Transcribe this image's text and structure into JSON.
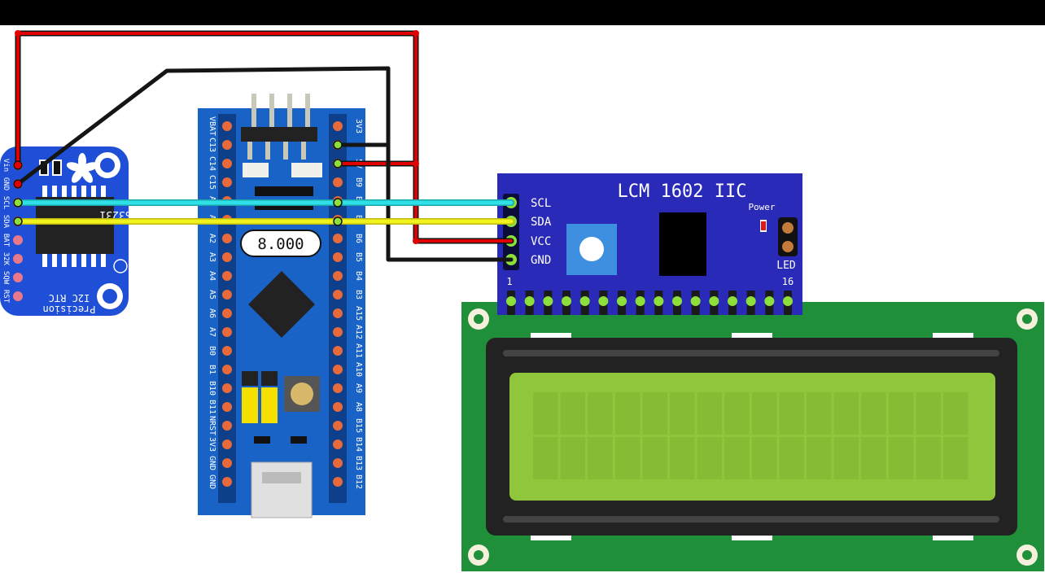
{
  "rtc": {
    "pins": [
      "Vin",
      "GND",
      "SCL",
      "SDA",
      "BAT",
      "32K",
      "SQW",
      "RST"
    ],
    "brand": "Precision",
    "model": "I2C RTC",
    "chip": "DS3231"
  },
  "bluepill": {
    "left_pins": [
      "VBAT",
      "C13",
      "C14",
      "C15",
      "A0",
      "A1",
      "A2",
      "A3",
      "A4",
      "A5",
      "A6",
      "A7",
      "B0",
      "B1",
      "B10",
      "B11",
      "NRST",
      "3V3",
      "GND",
      "GND"
    ],
    "right_pins": [
      "3V3",
      "G",
      "5V",
      "B9",
      "B8",
      "B7",
      "B6",
      "B5",
      "B4",
      "B3",
      "A15",
      "A12",
      "A11",
      "A10",
      "A9",
      "A8",
      "B15",
      "B14",
      "B13",
      "B12"
    ],
    "crystal": "8.000"
  },
  "i2c_backpack": {
    "title": "LCM 1602 IIC",
    "pins": [
      "SCL",
      "SDA",
      "VCC",
      "GND"
    ],
    "power_label": "Power",
    "led_label": "LED",
    "pin_first": "1",
    "pin_last": "16"
  },
  "lcd": {
    "rows": 2,
    "cols": 16
  },
  "colors": {
    "background": "#ffffff",
    "board_blue": "#1a63c6",
    "backpack_blue": "#2a2ab8",
    "rtc_blue": "#1f4fd6",
    "lcd_pcb": "#1f8f3a",
    "lcd_screen": "#8fc63c",
    "wire_red": "#e00000",
    "wire_black": "#151515",
    "wire_cyan": "#2fe0e6",
    "wire_yellow": "#f2f21c",
    "pin_green": "#8de03a"
  }
}
